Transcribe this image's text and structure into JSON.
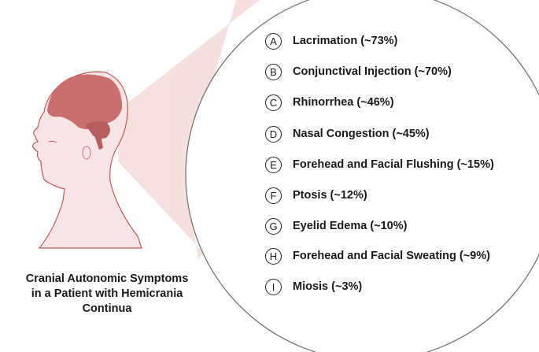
{
  "caption": [
    "Cranial Autonomic Symptoms",
    "in a Patient with Hemicrania",
    "Continua"
  ],
  "symptoms": [
    {
      "letter": "A",
      "label": "Lacrimation (~73%)"
    },
    {
      "letter": "B",
      "label": "Conjunctival Injection (~70%)"
    },
    {
      "letter": "C",
      "label": "Rhinorrhea (~46%)"
    },
    {
      "letter": "D",
      "label": "Nasal Congestion (~45%)"
    },
    {
      "letter": "E",
      "label": "Forehead and Facial Flushing (~15%)"
    },
    {
      "letter": "F",
      "label": "Ptosis (~12%)"
    },
    {
      "letter": "G",
      "label": "Eyelid Edema (~10%)"
    },
    {
      "letter": "H",
      "label": "Forehead and Facial Sweating (~9%)"
    },
    {
      "letter": "I",
      "label": "Miosis (~3%)"
    }
  ],
  "colors": {
    "brain": "#c96f6f",
    "skin": "#f7e4e4",
    "outline": "#c05a5a",
    "cone": "#f3d9d9"
  }
}
